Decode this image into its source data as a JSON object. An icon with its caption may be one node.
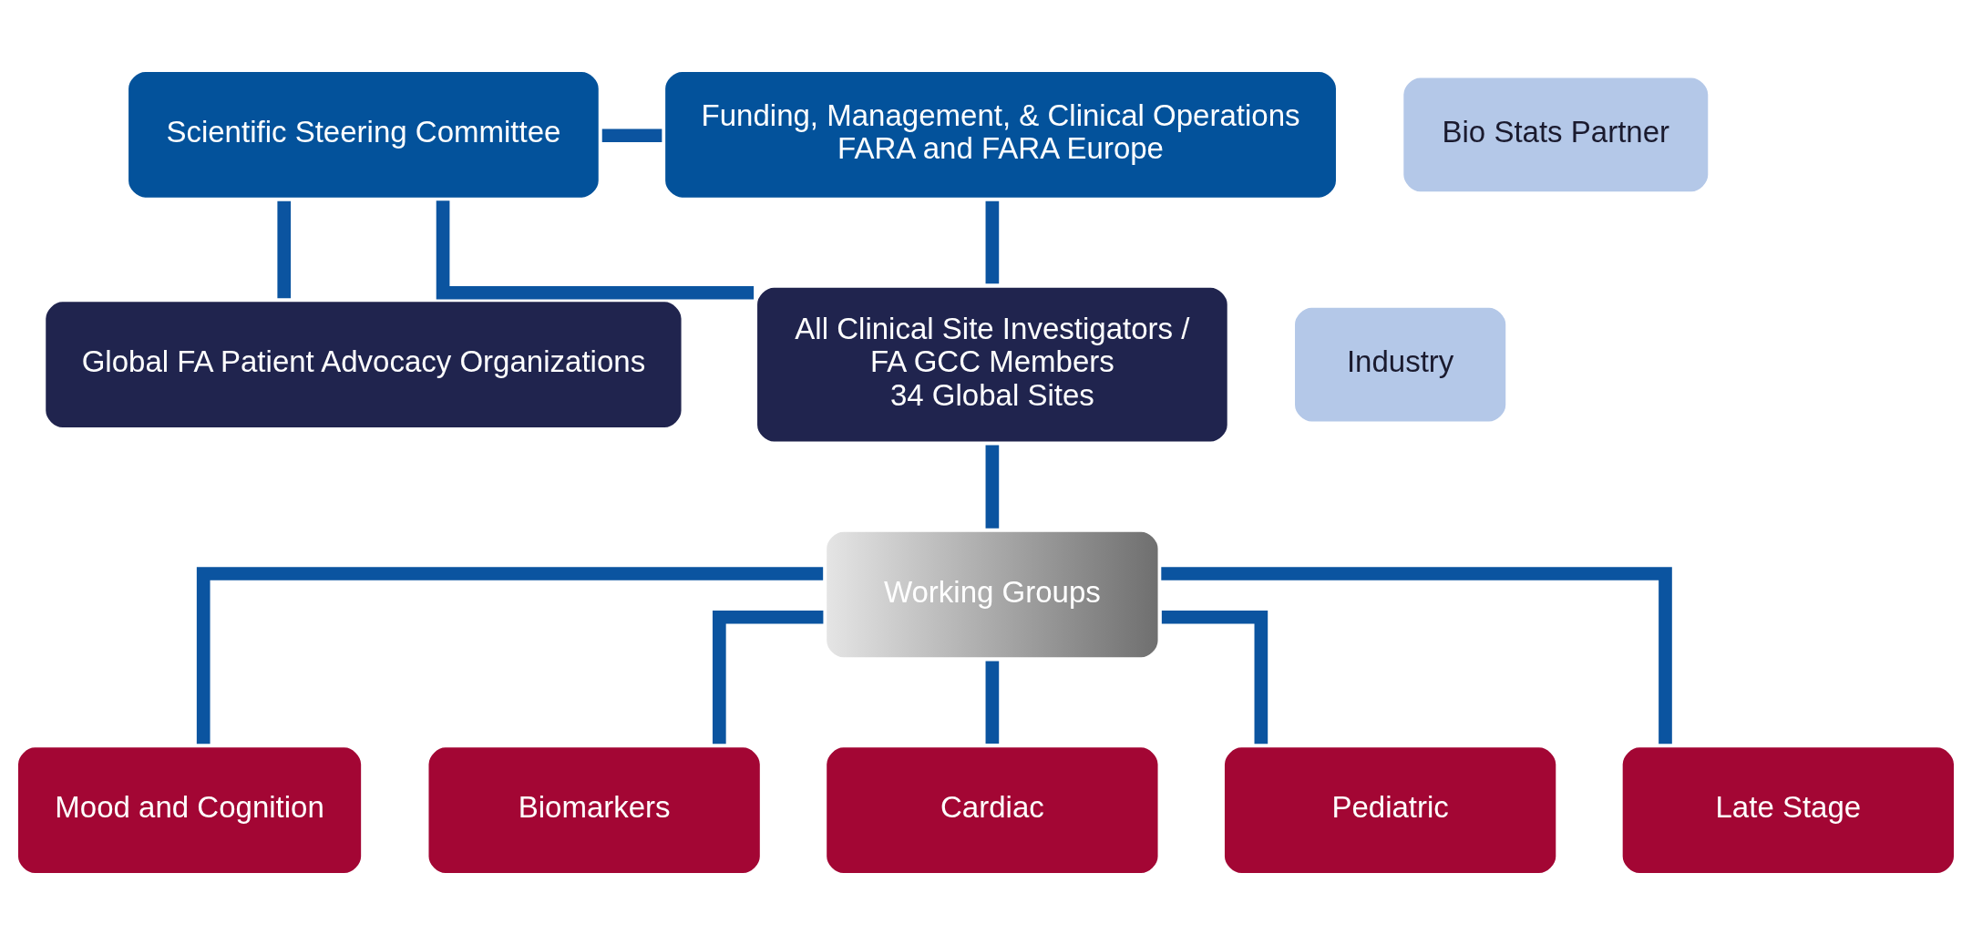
{
  "diagram": {
    "nodes": [
      {
        "text": [
          "Scientific Steering Committee"
        ]
      },
      {
        "text": [
          "Funding, Management, & Clinical Operations",
          "FARA and FARA Europe"
        ]
      },
      {
        "text": [
          "Bio Stats Partner"
        ]
      },
      {
        "text": [
          "Global FA Patient Advocacy Organizations"
        ]
      },
      {
        "text": [
          "All Clinical Site Investigators /",
          "FA GCC Members",
          "34 Global Sites"
        ]
      },
      {
        "text": [
          "Industry"
        ]
      },
      {
        "text": [
          "Working Groups"
        ]
      },
      {
        "text": [
          "Mood and Cognition"
        ]
      },
      {
        "text": [
          "Biomarkers"
        ]
      },
      {
        "text": [
          "Cardiac"
        ]
      },
      {
        "text": [
          "Pediatric"
        ]
      },
      {
        "text": [
          "Late Stage"
        ]
      }
    ],
    "edges": [
      {
        "from": 0,
        "to": 1,
        "arrow": "none"
      },
      {
        "from": 0,
        "to": 3,
        "arrow": "none"
      },
      {
        "from": 0,
        "to": 4,
        "arrow": "none"
      },
      {
        "from": 1,
        "to": 4,
        "arrow": "none"
      },
      {
        "from": 4,
        "to": 6,
        "arrow": "none"
      },
      {
        "from": 6,
        "to": 7,
        "arrow": "none"
      },
      {
        "from": 6,
        "to": 8,
        "arrow": "none"
      },
      {
        "from": 6,
        "to": 9,
        "arrow": "none"
      },
      {
        "from": 6,
        "to": 10,
        "arrow": "none"
      },
      {
        "from": 6,
        "to": 11,
        "arrow": "none"
      }
    ]
  }
}
